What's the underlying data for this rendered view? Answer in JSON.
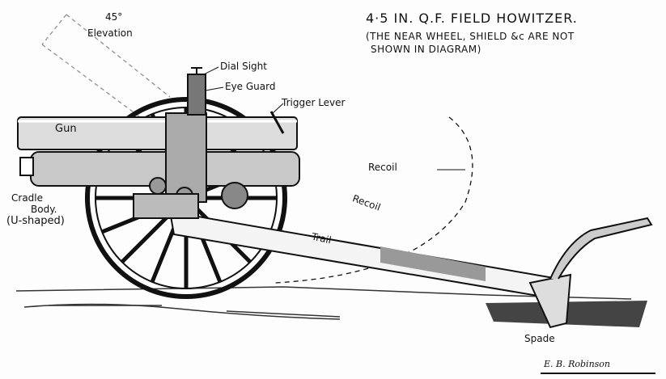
{
  "title": "4·5 IN. Q.F. FIELD HOWITZER.",
  "subtitle_line1": "(THE NEAR WHEEL, SHIELD &c ARE NOT",
  "subtitle_line2": "SHOWN IN DIAGRAM)",
  "labels": {
    "elevation_degrees": "45°",
    "elevation": "Elevation",
    "dial_sight": "Dial Sight",
    "eye_guard": "Eye Guard",
    "trigger_lever": "Trigger Lever",
    "gun": "Gun",
    "cradle_line1": "Cradle",
    "cradle_line2": "Body.",
    "cradle_line3": "(U-shaped)",
    "recoil_horizontal": "Recoil",
    "recoil_elevated": "Recoil",
    "trail": "Trail",
    "spade": "Spade"
  },
  "signature": "E. B. Robinson"
}
